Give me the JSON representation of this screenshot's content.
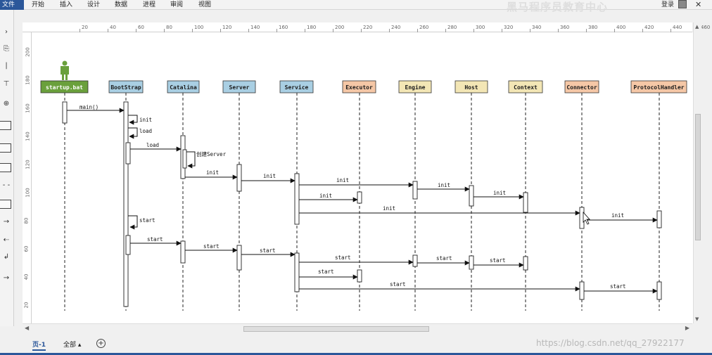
{
  "menu": {
    "file": "文件",
    "items": [
      "开始",
      "插入",
      "设计",
      "数据",
      "进程",
      "审阅",
      "视图"
    ],
    "login": "登录",
    "watermark": "黑马程序员教育中心"
  },
  "rulers": {
    "horizontal": [
      "20",
      "40",
      "60",
      "80",
      "100",
      "120",
      "140",
      "160",
      "180",
      "200",
      "220",
      "240",
      "260",
      "280",
      "300",
      "320",
      "340",
      "360",
      "380",
      "400",
      "420",
      "440",
      "460"
    ],
    "vertical": [
      "200",
      "180",
      "160",
      "140",
      "120",
      "100",
      "80",
      "60",
      "40",
      "20"
    ]
  },
  "actors": [
    {
      "label": "startup.bat",
      "color": "#6aa03c",
      "text": "#ffffff",
      "icon": "person-icon"
    },
    {
      "label": "BootStrap",
      "color": "#a9cfe3",
      "text": "#1a1a1a"
    },
    {
      "label": "Catalina",
      "color": "#a9cfe3",
      "text": "#1a1a1a"
    },
    {
      "label": "Server",
      "color": "#a9cfe3",
      "text": "#1a1a1a"
    },
    {
      "label": "Service",
      "color": "#a9cfe3",
      "text": "#1a1a1a"
    },
    {
      "label": "Executor",
      "color": "#f5c7a6",
      "text": "#1a1a1a"
    },
    {
      "label": "Engine",
      "color": "#f3e6b5",
      "text": "#1a1a1a"
    },
    {
      "label": "Host",
      "color": "#f3e6b5",
      "text": "#1a1a1a"
    },
    {
      "label": "Context",
      "color": "#f3e6b5",
      "text": "#1a1a1a"
    },
    {
      "label": "Connector",
      "color": "#f5c7a6",
      "text": "#1a1a1a"
    },
    {
      "label": "ProtocolHandler",
      "color": "#f5c7a6",
      "text": "#1a1a1a"
    }
  ],
  "messages": [
    "main()",
    "init",
    "load",
    "load",
    "创建Server",
    "init",
    "init",
    "init",
    "init",
    "init",
    "init",
    "init",
    "init",
    "start",
    "start",
    "start",
    "start",
    "start",
    "start",
    "start",
    "start",
    "start",
    "start"
  ],
  "pages": {
    "current": "页-1",
    "all": "全部",
    "add": "+"
  },
  "footer_watermark": "https://blog.csdn.net/qq_27922177"
}
